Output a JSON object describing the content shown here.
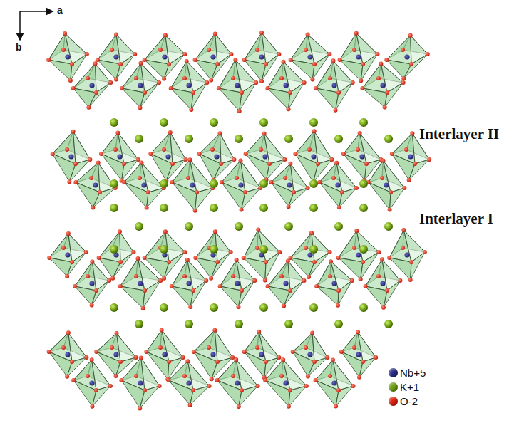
{
  "diagram": {
    "labels": [
      "a",
      "b",
      "Interlayer II",
      "Interlayer I"
    ],
    "legend": [
      {
        "text": "Nb+5",
        "color": "#2b2b86"
      },
      {
        "text": "K+1",
        "color": "#6f9e12"
      },
      {
        "text": "O-2",
        "color": "#e0200f"
      }
    ]
  }
}
